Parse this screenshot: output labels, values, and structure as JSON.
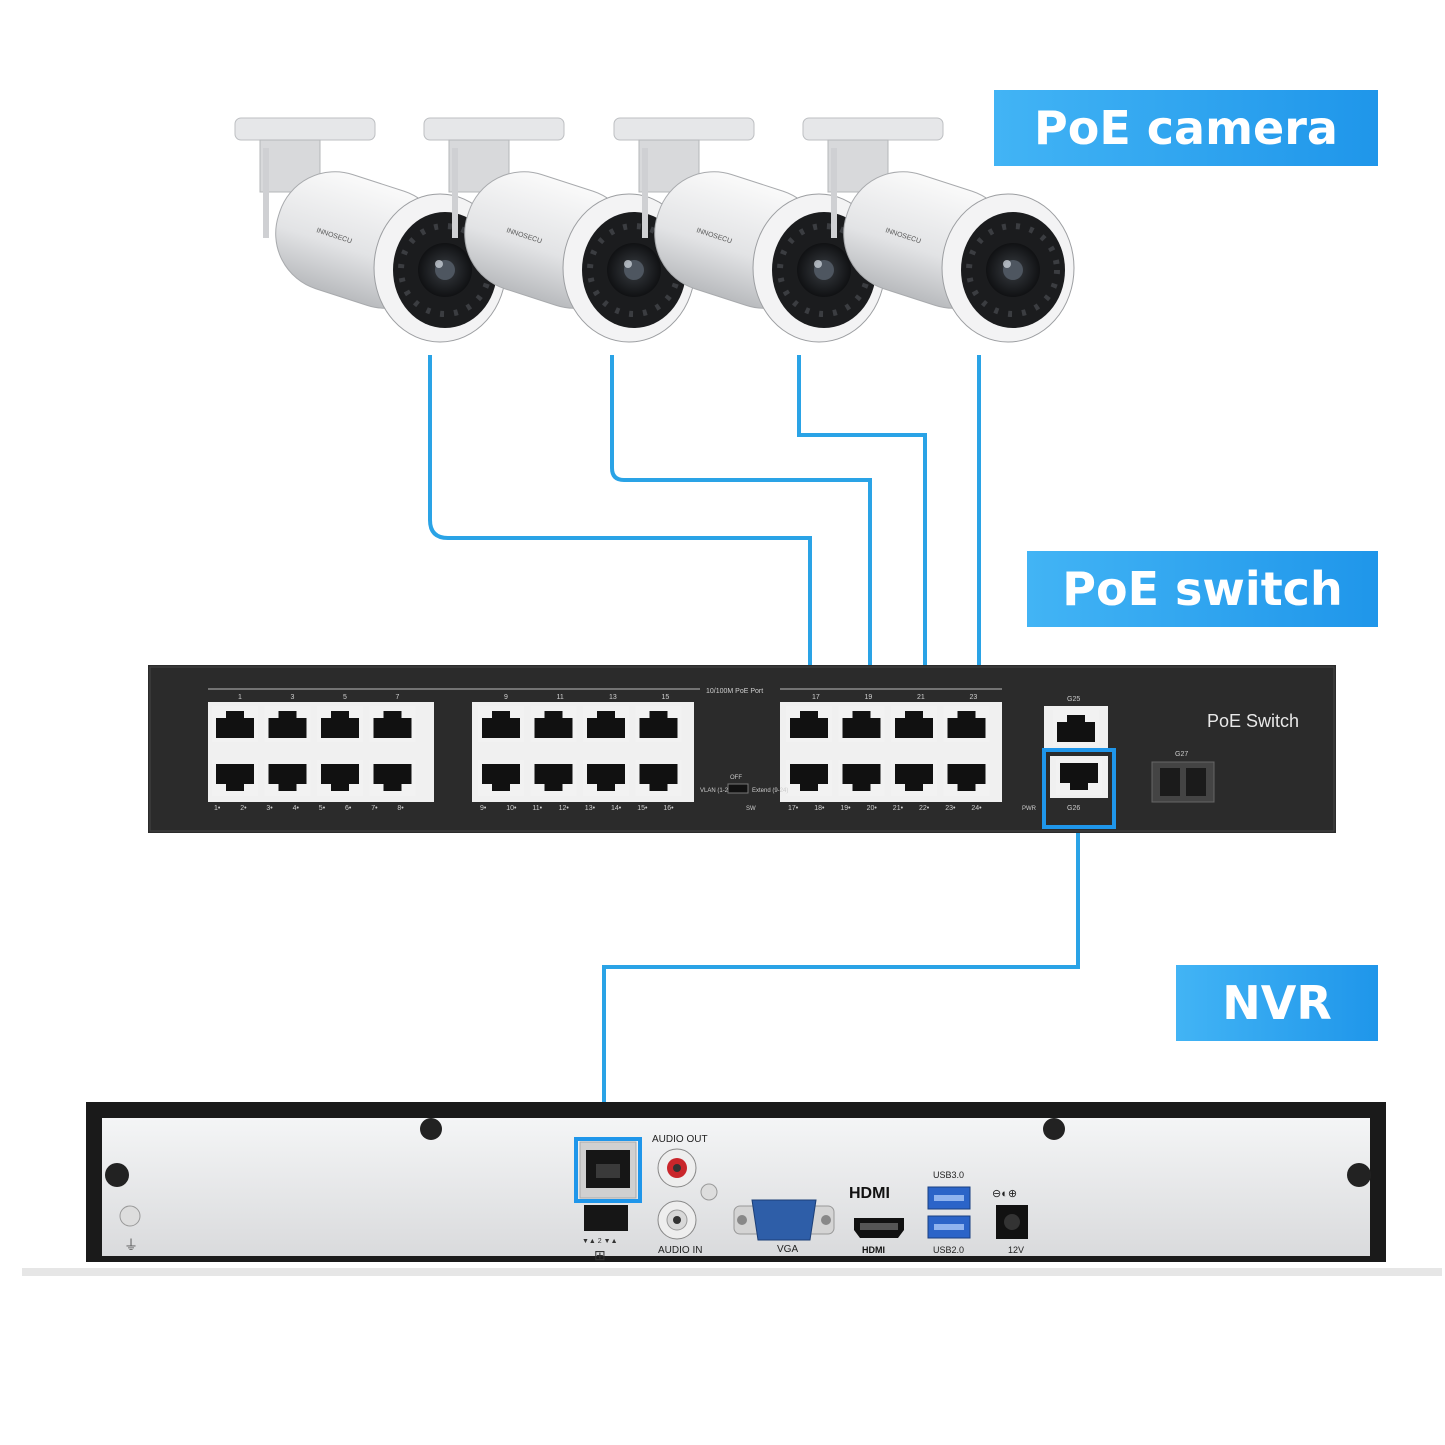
{
  "labels": {
    "camera": "PoE camera",
    "switch": "PoE switch",
    "nvr": "NVR"
  },
  "camera_brand": "INNOSECU",
  "switch_panel": {
    "name": "PoE Switch",
    "port_header": "10/100M PoE Port",
    "top_numbers": [
      "1",
      "3",
      "5",
      "7",
      "9",
      "11",
      "13",
      "15",
      "17",
      "19",
      "21",
      "23"
    ],
    "bottom_numbers": [
      "1",
      "2",
      "3",
      "4",
      "5",
      "6",
      "7",
      "8",
      "9",
      "10",
      "11",
      "12",
      "13",
      "14",
      "15",
      "16",
      "17",
      "18",
      "19",
      "20",
      "21",
      "22",
      "23",
      "24"
    ],
    "uplink_top": "G25",
    "uplink_bottom": "G26",
    "sfp": "G27",
    "vlan": "VLAN (1-24)",
    "off": "OFF",
    "extend": "Extend (9-24)",
    "sw": "SW",
    "pwr": "PWR"
  },
  "nvr_panel": {
    "audio_out": "AUDIO OUT",
    "audio_in": "AUDIO IN",
    "vga": "VGA",
    "hdmi_logo": "HDMI",
    "hdmi": "HDMI",
    "usb3": "USB3.0",
    "usb2": "USB2.0",
    "power": "12V",
    "lan_marks": "▼▲ 2 ▼▲"
  },
  "colors": {
    "accent_blue": "#1f96ea",
    "cable_blue": "#2aa3e6",
    "switch_body": "#2b2b2b",
    "nvr_body": "#e9eaec"
  }
}
